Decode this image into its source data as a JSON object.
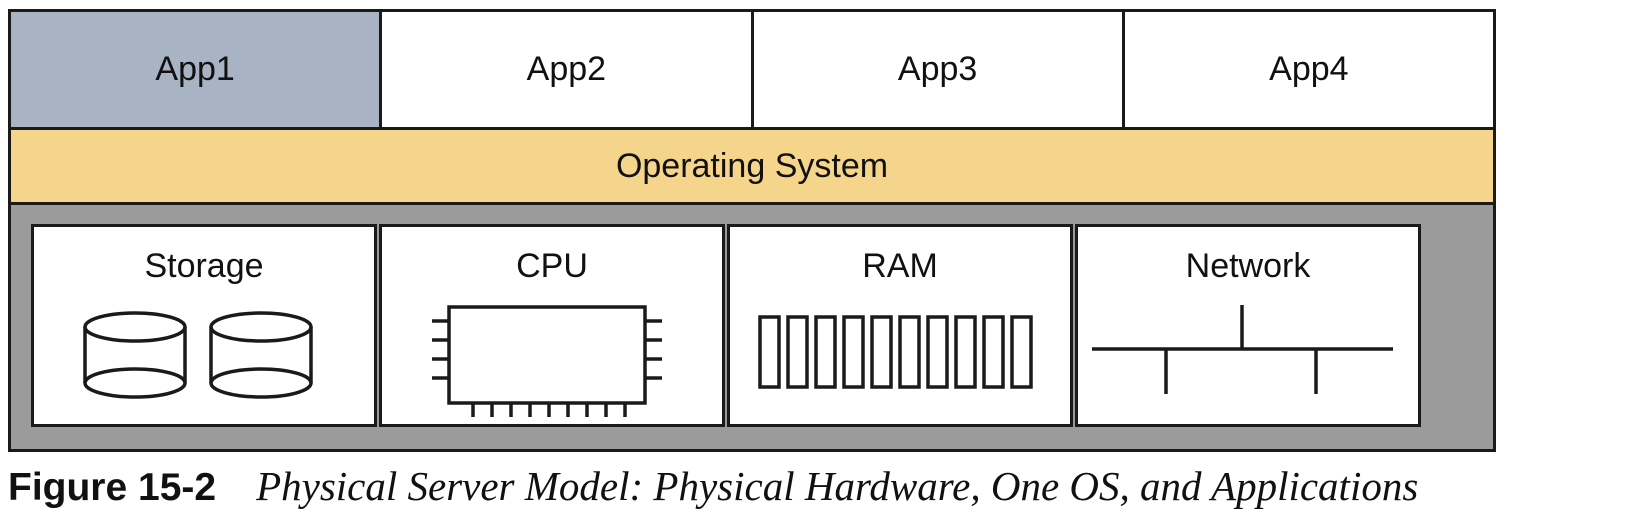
{
  "apps": [
    {
      "label": "App1"
    },
    {
      "label": "App2"
    },
    {
      "label": "App3"
    },
    {
      "label": "App4"
    }
  ],
  "os": {
    "label": "Operating System"
  },
  "hardware": [
    {
      "label": "Storage",
      "icon": "disk-drives-icon"
    },
    {
      "label": "CPU",
      "icon": "cpu-chip-icon"
    },
    {
      "label": "RAM",
      "icon": "ram-modules-icon"
    },
    {
      "label": "Network",
      "icon": "network-bus-icon"
    }
  ],
  "caption": {
    "label": "Figure 15-2",
    "text": "Physical Server Model: Physical Hardware, One OS, and Applications"
  },
  "colors": {
    "highlighted_app": "#a8b3c4",
    "operating_system": "#f5d48c",
    "hardware_layer": "#9b9b9b",
    "outline": "#1a1a1a"
  }
}
